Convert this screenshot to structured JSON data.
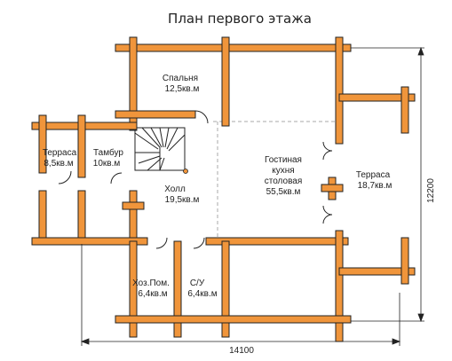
{
  "title": "План первого этажа",
  "colors": {
    "log": "#f0953b",
    "log_stroke": "#222222",
    "line": "#222222",
    "dashed": "#aaaaaa"
  },
  "rooms": {
    "bedroom": {
      "name": "Спальня",
      "area": "12,5кв.м"
    },
    "terrace_left": {
      "name": "Терраса",
      "area": "8,5кв.м"
    },
    "vestibule": {
      "name": "Тамбур",
      "area": "10кв.м"
    },
    "hall": {
      "name": "Холл",
      "area": "19,5кв.м"
    },
    "living": {
      "name1": "Гостиная",
      "name2": "кухня",
      "name3": "столовая",
      "area": "55,5кв.м"
    },
    "terrace_right": {
      "name": "Терраса",
      "area": "18,7кв.м"
    },
    "utility": {
      "name": "Хоз.Пом.",
      "area": "6,4кв.м"
    },
    "bathroom": {
      "name": "С/У",
      "area": "6,4кв.м"
    }
  },
  "dimensions": {
    "width": "14100",
    "height": "12200"
  }
}
